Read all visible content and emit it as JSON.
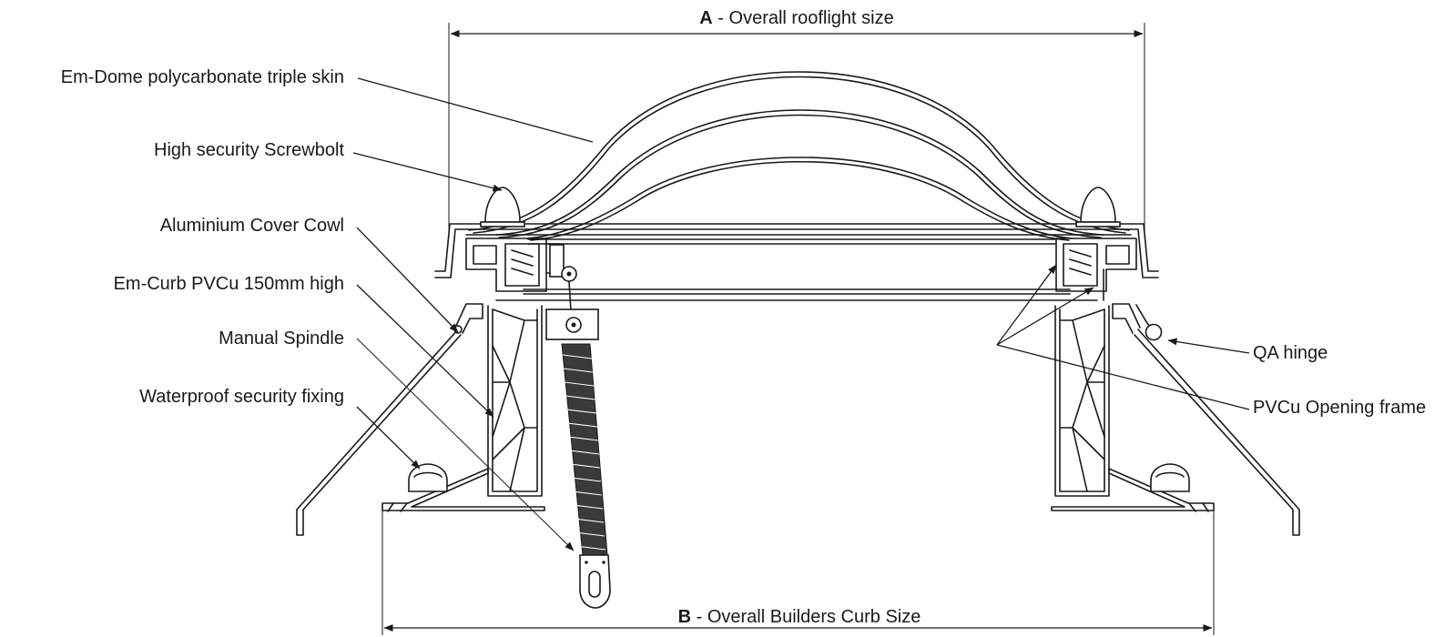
{
  "dimensions": {
    "a": {
      "letter": "A",
      "text": " - Overall rooflight size"
    },
    "b": {
      "letter": "B",
      "text": " - Overall Builders Curb Size"
    }
  },
  "labels": {
    "dome": "Em-Dome polycarbonate triple skin",
    "screwbolt": "High security Screwbolt",
    "cowl": "Aluminium Cover Cowl",
    "curb": "Em-Curb PVCu 150mm high",
    "spindle": "Manual Spindle",
    "fixing": "Waterproof security fixing",
    "hinge": "QA hinge",
    "opening_frame": "PVCu Opening frame"
  },
  "colors": {
    "line": "#1a1a1a",
    "background": "#ffffff"
  }
}
